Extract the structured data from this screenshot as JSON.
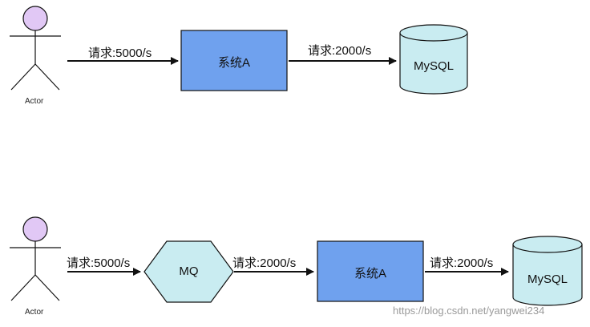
{
  "colors": {
    "actor_head": "#e1c8f5",
    "box_fill": "#6fa1ee",
    "mq_fill": "#c9ecf1",
    "db_fill": "#c9ecf1",
    "stroke": "#111111"
  },
  "row1": {
    "actor_label": "Actor",
    "edge1_label": "请求:5000/s",
    "system_label": "系统A",
    "edge2_label": "请求:2000/s",
    "db_label": "MySQL"
  },
  "row2": {
    "actor_label": "Actor",
    "edge1_label": "请求:5000/s",
    "mq_label": "MQ",
    "edge2_label": "请求:2000/s",
    "system_label": "系统A",
    "edge3_label": "请求:2000/s",
    "db_label": "MySQL"
  },
  "watermark": "https://blog.csdn.net/yangwei234"
}
